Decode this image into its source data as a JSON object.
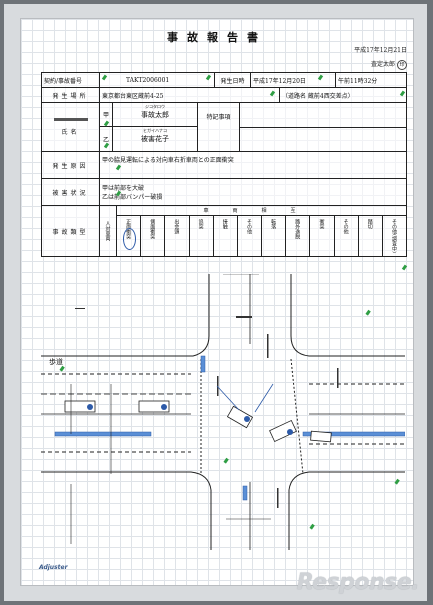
{
  "header": {
    "title": "事故報告書",
    "date": "平成17年12月21日",
    "signer": "査定太郎",
    "stamp": "印"
  },
  "form": {
    "contract_label": "契約/事故番号",
    "contract_no": "TAKT2006001",
    "occurred_label": "発生日時",
    "occurred_date": "平成17年12月20日",
    "occurred_time": "午前11時32分",
    "place_label": "発生場所",
    "place_value": "東京都台東区蔵前4-25",
    "place_note": "（道路名 蔵前4西交差点）",
    "party_label": "氏名",
    "party_a_tag": "甲",
    "party_a_kana": "ジコタロウ",
    "party_a_name": "事故太郎",
    "party_b_tag": "乙",
    "party_b_kana": "ヒガイハナコ",
    "party_b_name": "被害花子",
    "special_label": "特記事項",
    "cause_label": "発生原因",
    "cause_value": "甲の脇見運転による対向車右折車両との正面衝突",
    "damage_label": "被害状況",
    "damage_line1": "甲は前部を大破",
    "damage_line2": "乙は前部バンパー破損",
    "type_label": "事故類型",
    "type_col_person": "人対車両",
    "type_group_label": "車両相互",
    "type_cols": [
      "正面衝突",
      "側面衝突",
      "出会頭",
      "追突",
      "接触",
      "その他",
      "転落",
      "路外逸脱",
      "衝突",
      "その他",
      "踏切",
      "その他(調査中)"
    ],
    "type_selected": "正面衝突"
  },
  "diagram": {
    "sidewalk_label": "歩道"
  },
  "footer": {
    "brand": "Adjuster",
    "watermark": "Response."
  }
}
